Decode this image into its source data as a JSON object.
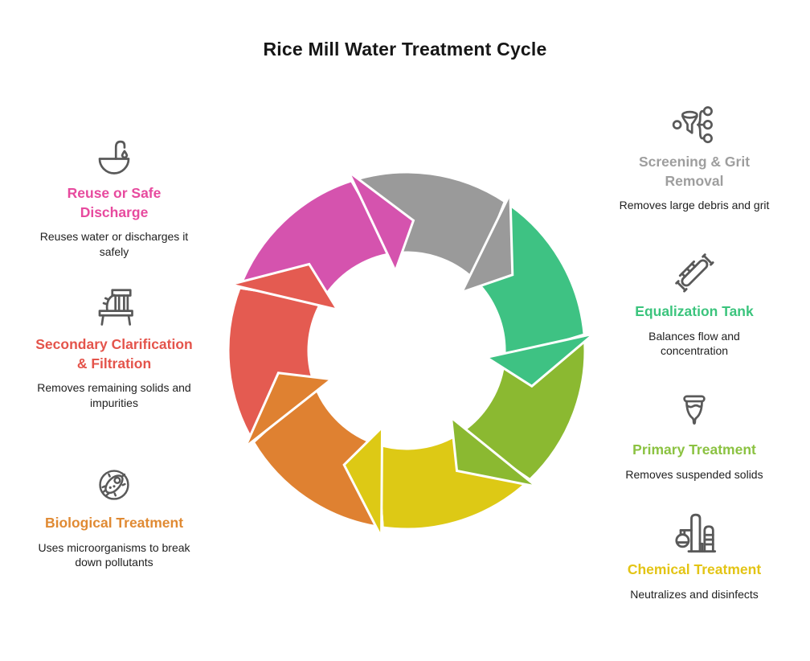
{
  "title": "Rice Mill Water Treatment Cycle",
  "cycle": {
    "direction": "clockwise",
    "outline_color": "#ffffff"
  },
  "stages": [
    {
      "title": "Screening & Grit Removal",
      "description": "Removes large debris and grit",
      "title_color": "#9E9E9E",
      "arrow_color": "#9A9A9A",
      "icon": "funnel-screening-icon"
    },
    {
      "title": "Equalization Tank",
      "description": "Balances flow and concentration",
      "title_color": "#3BC47D",
      "arrow_color": "#3EC283",
      "icon": "tilted-tank-icon"
    },
    {
      "title": "Primary Treatment",
      "description": "Removes suspended solids",
      "title_color": "#8BC241",
      "arrow_color": "#8BB931",
      "icon": "settling-cup-icon"
    },
    {
      "title": "Chemical Treatment",
      "description": "Neutralizes and disinfects",
      "title_color": "#E3C414",
      "arrow_color": "#DDC915",
      "icon": "chemical-plant-icon"
    },
    {
      "title": "Biological Treatment",
      "description": "Uses microorganisms to break down pollutants",
      "title_color": "#E08A33",
      "arrow_color": "#DF8131",
      "icon": "microbe-icon"
    },
    {
      "title": "Secondary Clarification & Filtration",
      "description": "Removes remaining solids and impurities",
      "title_color": "#E4544B",
      "arrow_color": "#E45B51",
      "icon": "filter-press-icon"
    },
    {
      "title": "Reuse or Safe Discharge",
      "description": "Reuses water or discharges it safely",
      "title_color": "#E74A9E",
      "arrow_color": "#D553AE",
      "icon": "basin-faucet-icon"
    }
  ]
}
